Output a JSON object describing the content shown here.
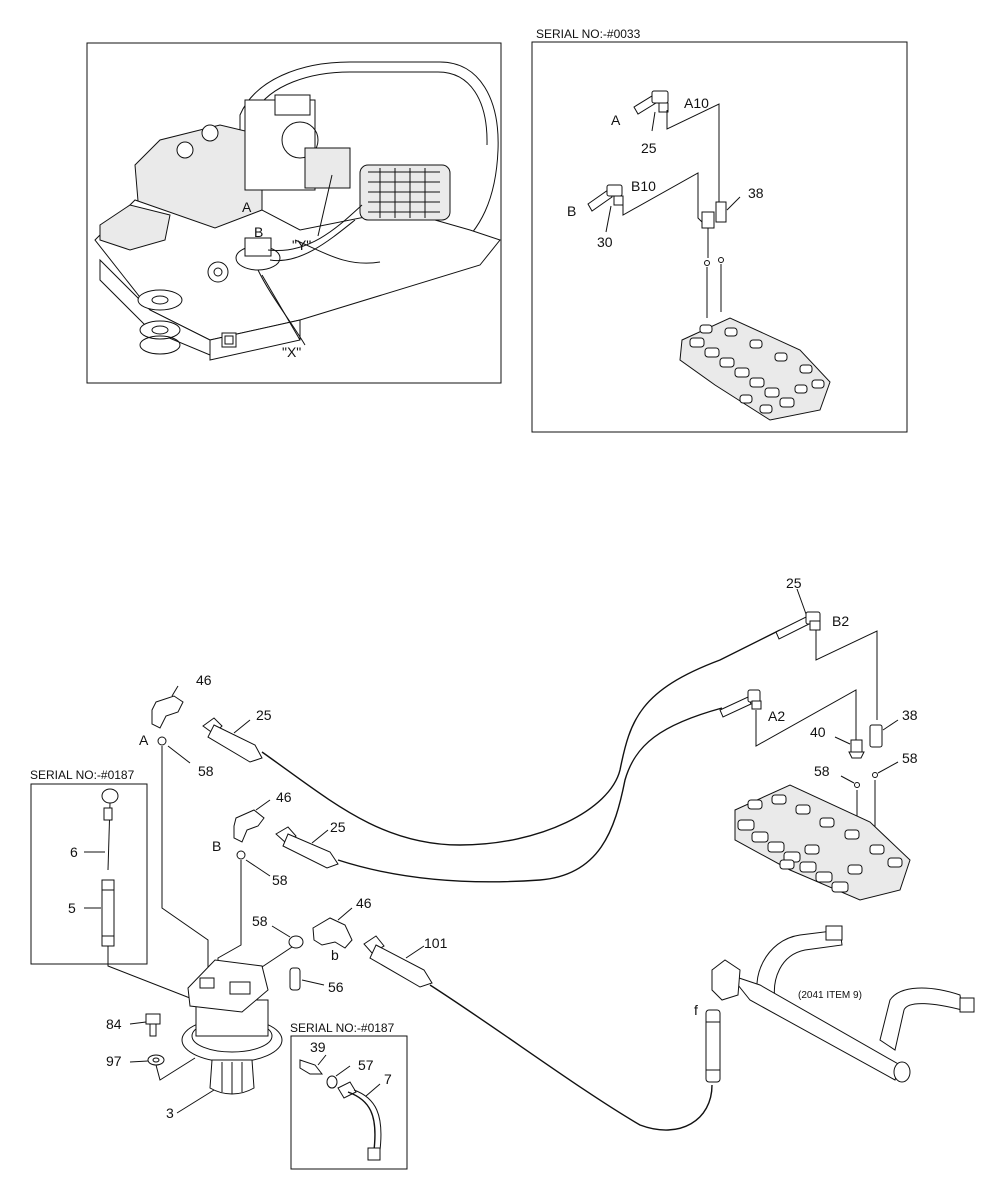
{
  "serial_top": "SERIAL NO:-#0033",
  "serial_left": "SERIAL NO:-#0187",
  "serial_bottom": "SERIAL NO:-#0187",
  "overview": {
    "a": "A",
    "b": "B",
    "y": "\"Y\"",
    "x": "\"X\""
  },
  "inset": {
    "a": "A",
    "b": "B",
    "p25": "25",
    "p30": "30",
    "a10": "A10",
    "b10": "B10",
    "p38": "38"
  },
  "main": {
    "p25_top": "25",
    "b2": "B2",
    "p38": "38",
    "a2": "A2",
    "p40": "40",
    "p58_r1": "58",
    "p58_r2": "58",
    "p46_a": "46",
    "p25_a": "25",
    "A": "A",
    "p58_a": "58",
    "p46_b": "46",
    "p25_b": "25",
    "B": "B",
    "p58_b": "58",
    "p58_c": "58",
    "p46_c": "46",
    "b": "b",
    "p101": "101",
    "p6": "6",
    "p5": "5",
    "p56": "56",
    "p84": "84",
    "p97": "97",
    "p3": "3",
    "p39": "39",
    "p57": "57",
    "p7": "7",
    "f": "f",
    "ref": "(2041 ITEM 9)"
  }
}
